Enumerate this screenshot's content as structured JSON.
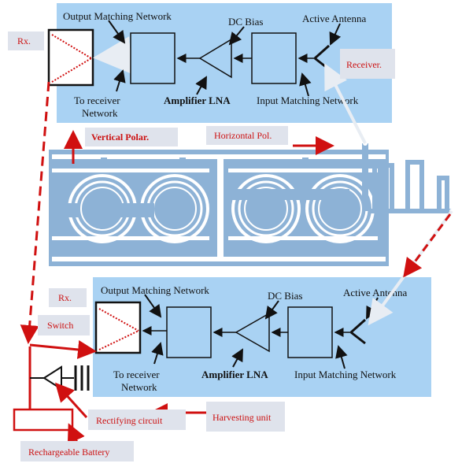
{
  "top_panel": {
    "output_matching": "Output Matching Network",
    "dc_bias": "DC Bias",
    "active_antenna": "Active Antenna",
    "to_receiver_1": "To receiver",
    "to_receiver_2": "Network",
    "amplifier": "Amplifier LNA",
    "input_matching": "Input Matching Network"
  },
  "bottom_panel": {
    "output_matching": "Output Matching Network",
    "dc_bias": "DC Bias",
    "active_antenna": "Active Antenna",
    "to_receiver_1": "To receiver",
    "to_receiver_2": "Network",
    "amplifier": "Amplifier LNA",
    "input_matching": "Input Matching Network"
  },
  "labels": {
    "rx_top": "Rx.",
    "receiver": "Receiver.",
    "vertical": "Vertical Polar.",
    "horizontal": "Horizontal Pol.",
    "rx_bottom": "Rx.",
    "switch": "Switch",
    "rectifying": "Rectifying circuit",
    "harvesting": "Harvesting unit",
    "battery": "Rechargeable Battery"
  },
  "colors": {
    "panel": "#a9d2f3",
    "label_box": "#dfe3ec",
    "red": "#d01010",
    "pcb": "#8db2d6"
  }
}
